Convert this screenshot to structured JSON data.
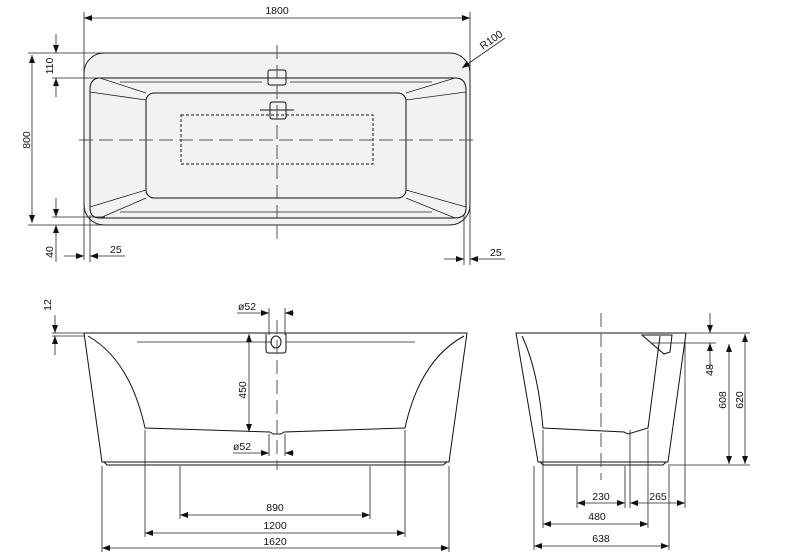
{
  "top_view": {
    "length": "1800",
    "width": "800",
    "radius": "R100",
    "rim_offset": "110",
    "bottom_offset": "40",
    "left_overhang": "25",
    "right_overhang": "25"
  },
  "front_view": {
    "rim_thickness": "12",
    "overflow_diameter": "ø52",
    "drain_diameter": "ø52",
    "overflow_height": "450",
    "foot_spacing": "890",
    "floor_length": "1200",
    "base_length": "1620"
  },
  "side_view": {
    "overflow_depth": "48",
    "inner_height": "608",
    "total_height": "620",
    "drain_offset": "230",
    "drain_to_edge": "265",
    "floor_width": "480",
    "base_width": "638"
  }
}
